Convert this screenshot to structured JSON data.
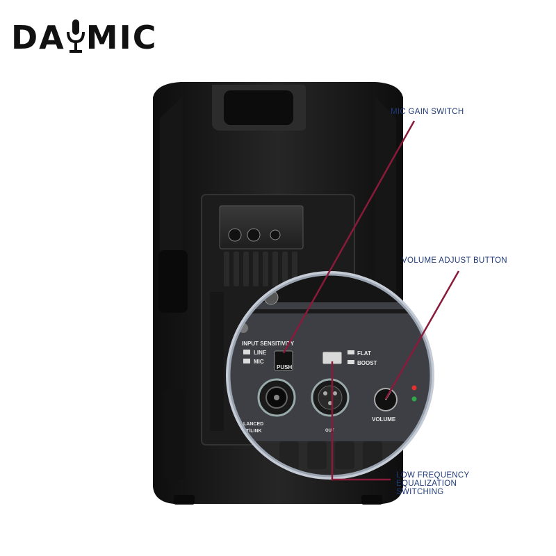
{
  "brand": {
    "name": "DAYMIC",
    "icon": "microphone-icon",
    "word_left": "DA",
    "word_right": "MIC"
  },
  "callouts": {
    "mic_gain": "MIC GAIN SWITCH",
    "volume": "VOLUME ADJUST BUTTON",
    "low_freq": "LOW FREQUENCY EQUALIZATION SWITCHING"
  },
  "panel": {
    "input_sensitivity": "INPUT SENSITIVITY",
    "line": "LINE",
    "mic": "MIC",
    "flat": "FLAT",
    "boost": "BOOST",
    "volume": "VOLUME",
    "balanced": "LANCED",
    "link": "T/LINK",
    "out": "OUT",
    "push": "PUSH"
  },
  "colors": {
    "callout_line": "#8a1a3a",
    "callout_text": "#1f3a7a",
    "speaker_body": "#1a1a1a",
    "zoom_ring": "#c6ccd6"
  }
}
